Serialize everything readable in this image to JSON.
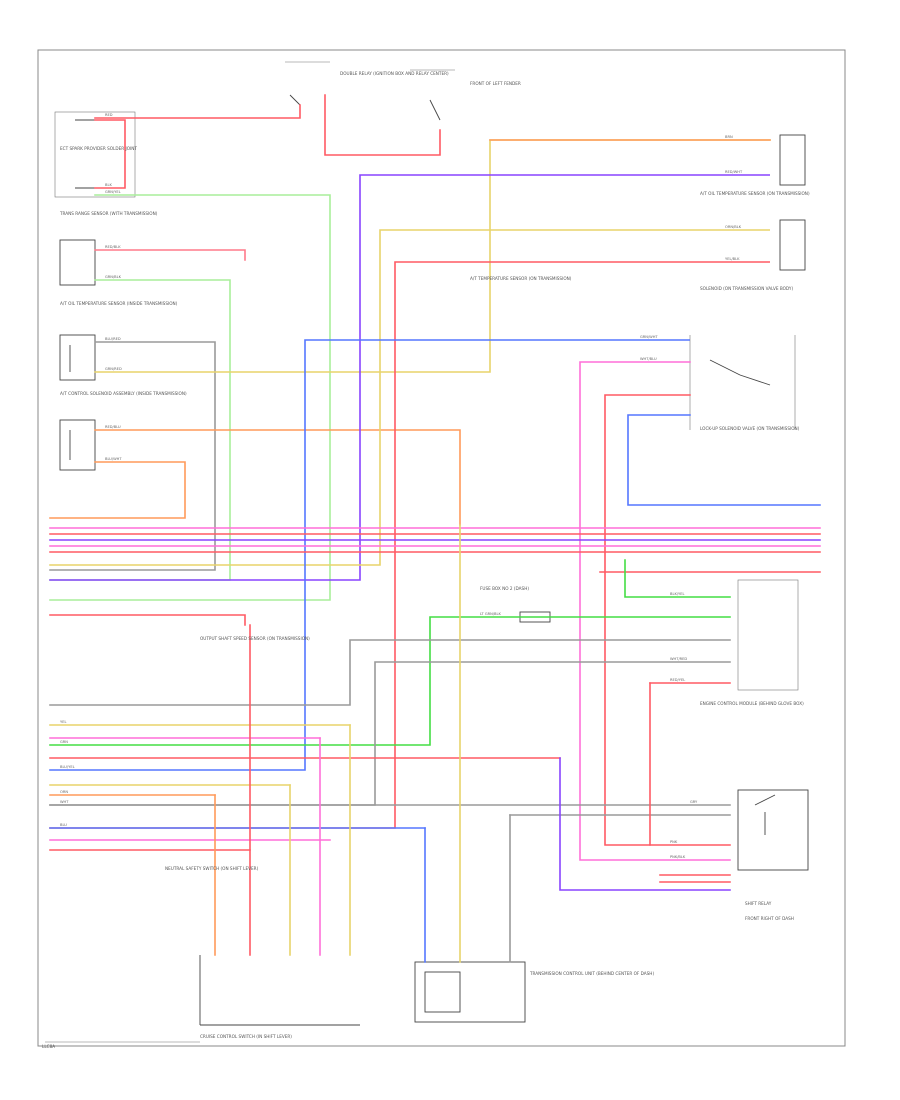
{
  "footer_code": "LLC8A",
  "components": [
    {
      "id": "c1",
      "text": "ECT SPARK PROVIDER SOLDER JOINT"
    },
    {
      "id": "c2",
      "text": "TRANS RANGE SENSOR (WITH TRANSMISSION)"
    },
    {
      "id": "c3",
      "text": "DOUBLE RELAY (IGNITION BOX AND RELAY CENTER)"
    },
    {
      "id": "c4",
      "text": "FRONT OF LEFT FENDER"
    },
    {
      "id": "c5",
      "text": "A/T OIL TEMPERATURE SENSOR (ON TRANSMISSION)"
    },
    {
      "id": "c6",
      "text": "A/T TEMPERATURE SENSOR (ON TRANSMISSION)"
    },
    {
      "id": "c7",
      "text": "SOLENOID (ON TRANSMISSION VALVE BODY)"
    },
    {
      "id": "c8",
      "text": "A/T OIL TEMPERATURE SENSOR (INSIDE TRANSMISSION)"
    },
    {
      "id": "c9",
      "text": "A/T CONTROL SOLENOID ASSEMBLY (INSIDE TRANSMISSION)"
    },
    {
      "id": "c10",
      "text": "FUSE BOX NO 2 (DASH)"
    },
    {
      "id": "c11",
      "text": "ENGINE CONTROL MODULE (BEHIND GLOVE BOX)"
    },
    {
      "id": "c12",
      "text": "SHIFT RELAY"
    },
    {
      "id": "c13",
      "text": "FRONT RIGHT OF DASH"
    },
    {
      "id": "c14",
      "text": "CRUISE CONTROL SWITCH (IN SHIFT LEVER)"
    },
    {
      "id": "c15",
      "text": "NEUTRAL SAFETY SWITCH (ON SHIFT LEVER)"
    },
    {
      "id": "c16",
      "text": "TRANSMISSION CONTROL UNIT (BEHIND CENTER OF DASH)"
    },
    {
      "id": "c17",
      "text": "LOCK-UP SOLENOID VALVE (ON TRANSMISSION)"
    },
    {
      "id": "c18",
      "text": "OUTPUT SHAFT SPEED SENSOR (ON TRANSMISSION)"
    }
  ],
  "wire_labels": [
    "RED",
    "BLK",
    "GRN/YEL",
    "RED/BLK",
    "GRN/BLK",
    "BLU/RED",
    "GRN/RED",
    "RED/BLU",
    "BLU/WHT",
    "BRN",
    "RED/WHT",
    "ORN/BLK",
    "YEL/BLK",
    "GRN/WHT",
    "WHT/BLU",
    "LT GRN/BLK",
    "BLK/YEL",
    "WHT/RED",
    "RED/YEL",
    "YEL",
    "BLU/YEL",
    "PNK/BLK",
    "PNK",
    "GRY",
    "GRN",
    "WHT",
    "BLU",
    "ORN"
  ],
  "colors": {
    "red": "#ff5a64",
    "pink": "#ff6fd8",
    "orange": "#ff9a5a",
    "purple": "#8844ff",
    "blue": "#5577ff",
    "green": "#44dd44",
    "yellow": "#e8d46a",
    "gray": "#9a9a9a",
    "light_green": "#a8ee9a",
    "brown": "#c8a05a"
  }
}
